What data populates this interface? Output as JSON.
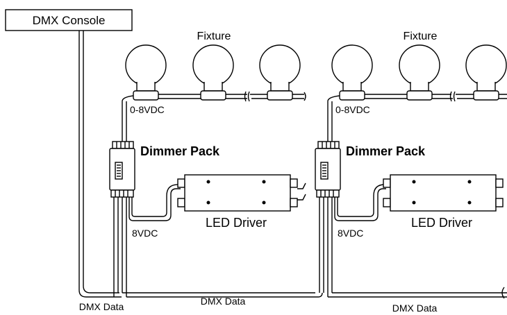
{
  "console": {
    "label": "DMX Console"
  },
  "groups": [
    {
      "fixture_label": "Fixture",
      "control_voltage_label": "0-8VDC",
      "dimmer_label": "Dimmer Pack",
      "driver_label": "LED Driver",
      "supply_voltage_label": "8VDC",
      "data_label": "DMX Data"
    },
    {
      "fixture_label": "Fixture",
      "control_voltage_label": "0-8VDC",
      "dimmer_label": "Dimmer Pack",
      "driver_label": "LED Driver",
      "supply_voltage_label": "8VDC",
      "data_label": "DMX Data"
    }
  ],
  "console_data_label": "DMX Data",
  "colors": {
    "line": "#000000",
    "background": "#ffffff"
  }
}
